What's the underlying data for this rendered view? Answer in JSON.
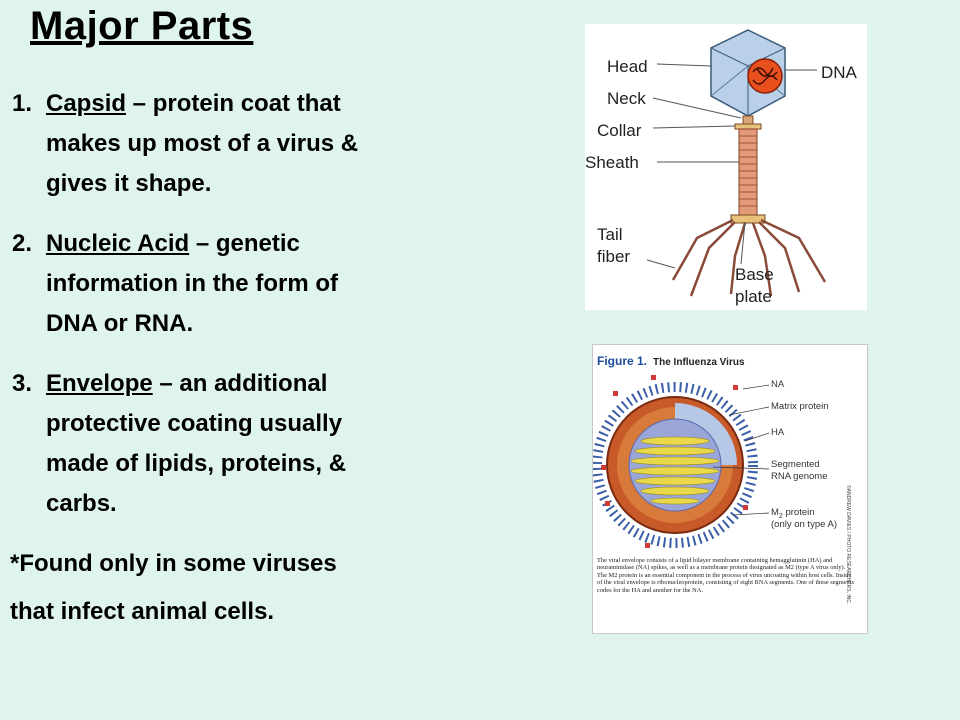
{
  "title": "Major Parts",
  "items": [
    {
      "number": "1.",
      "term": "Capsid",
      "line1_rest": " – protein coat that",
      "continuation": [
        "makes up most of a virus &",
        "gives it shape."
      ]
    },
    {
      "number": "2.",
      "term": "Nucleic Acid",
      "line1_rest": " – genetic",
      "continuation": [
        "information in the form of",
        "DNA or RNA."
      ]
    },
    {
      "number": "3.",
      "term": "Envelope",
      "line1_rest": " – an additional",
      "continuation": [
        "protective coating usually",
        "made of lipids, proteins, &",
        "carbs."
      ]
    }
  ],
  "note": [
    "*Found only in some viruses",
    "that infect animal cells."
  ],
  "phage_diagram": {
    "labels": {
      "head": "Head",
      "neck": "Neck",
      "collar": "Collar",
      "sheath": "Sheath",
      "tail_fiber_1": "Tail",
      "tail_fiber_2": "fiber",
      "dna": "DNA",
      "base_plate_1": "Base",
      "base_plate_2": "plate"
    }
  },
  "flu_diagram": {
    "figure_label": "Figure 1.",
    "figure_title": "The Influenza Virus",
    "labels": {
      "na": "NA",
      "matrix": "Matrix protein",
      "ha": "HA",
      "segmented_1": "Segmented",
      "segmented_2": "RNA genome",
      "m2_1": "M",
      "m2_sub": "2",
      "m2_2": " protein",
      "m2_3": "(only on type A)"
    },
    "caption": "The viral envelope consists of a lipid bilayer membrane containing hemagglutinin (HA) and neuraminidase (NA) spikes, as well as a membrane protein designated as M2 (type A virus only). The M2 protein is an essential component in the process of virus uncoating within host cells. Inside of the viral envelope is ribonucleoprotein, consisting of eight RNA segments. One of these segments codes for the HA and another for the NA.",
    "credit": "©ANDREW DAVIES / PHOTO RESEARCHERS, INC."
  }
}
